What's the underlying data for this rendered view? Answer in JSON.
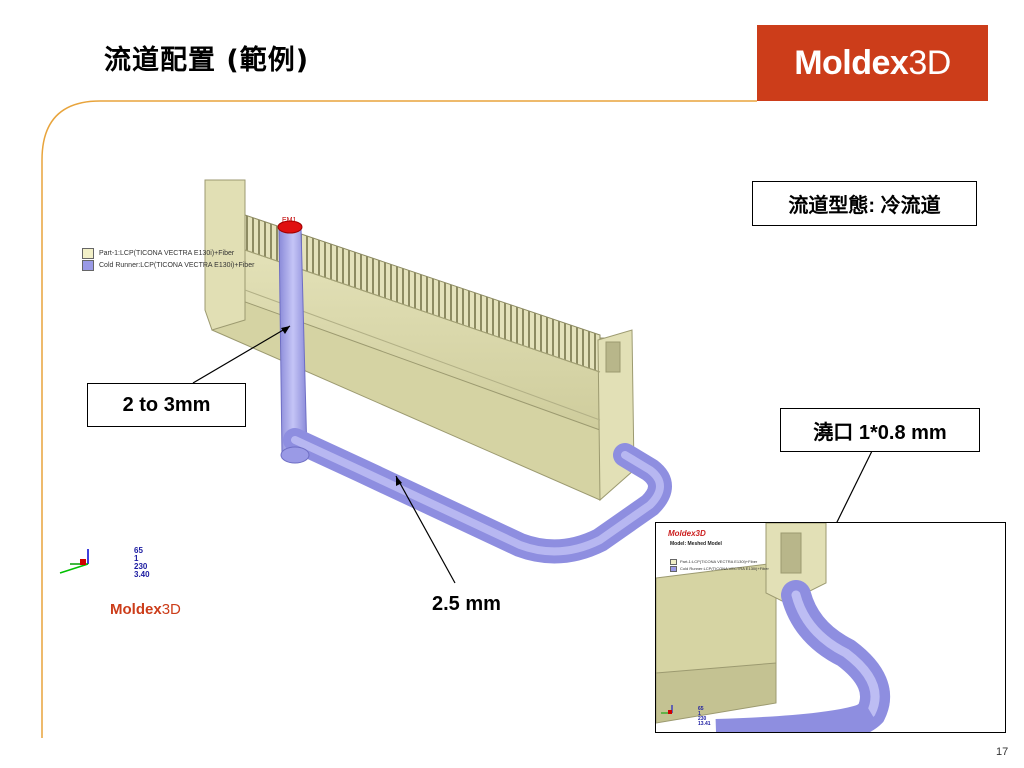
{
  "slide": {
    "title": "流道配置 (範例)",
    "page_number": "17",
    "accent_color": "#e8a43c",
    "brand_color": "#cc3d1a"
  },
  "brand": {
    "name_main": "Moldex",
    "name_suffix": "3D"
  },
  "callouts": {
    "runner_type": "流道型態: 冷流道",
    "sprue_size": "2 to 3mm",
    "runner_size": "2.5 mm",
    "gate_size": "澆口 1*0.8 mm"
  },
  "legend": {
    "items": [
      {
        "label": "Part-1:LCP(TICONA VECTRA E130i)+Fiber",
        "color": "#f2f0c8"
      },
      {
        "label": "Cold Runner:LCP(TICONA VECTRA E130i)+Fiber",
        "color": "#9a9ae6"
      }
    ]
  },
  "marker": {
    "label": "EM1"
  },
  "readout": {
    "values": [
      "65",
      "1",
      "230",
      "3.40"
    ]
  },
  "watermark": {
    "main": "Moldex",
    "suffix": "3D"
  },
  "inset": {
    "brand": "Moldex3D",
    "subtitle": "Model: Meshed Model",
    "legend": [
      {
        "label": "Part-1:LCP(TICONA VECTRA E130i)+Fiber",
        "color": "#f2f0c8"
      },
      {
        "label": "Cold Runner:LCP(TICONA VECTRA E130i)+Fiber",
        "color": "#9a9ae6"
      }
    ],
    "readout": [
      "65",
      "1",
      "230",
      "13.41"
    ]
  },
  "colors": {
    "part": "#d9d7a6",
    "part_dark": "#a9a77a",
    "runner": "#a7a7ee",
    "runner_dark": "#7c7cd0",
    "gate_marker": "#e01010"
  }
}
